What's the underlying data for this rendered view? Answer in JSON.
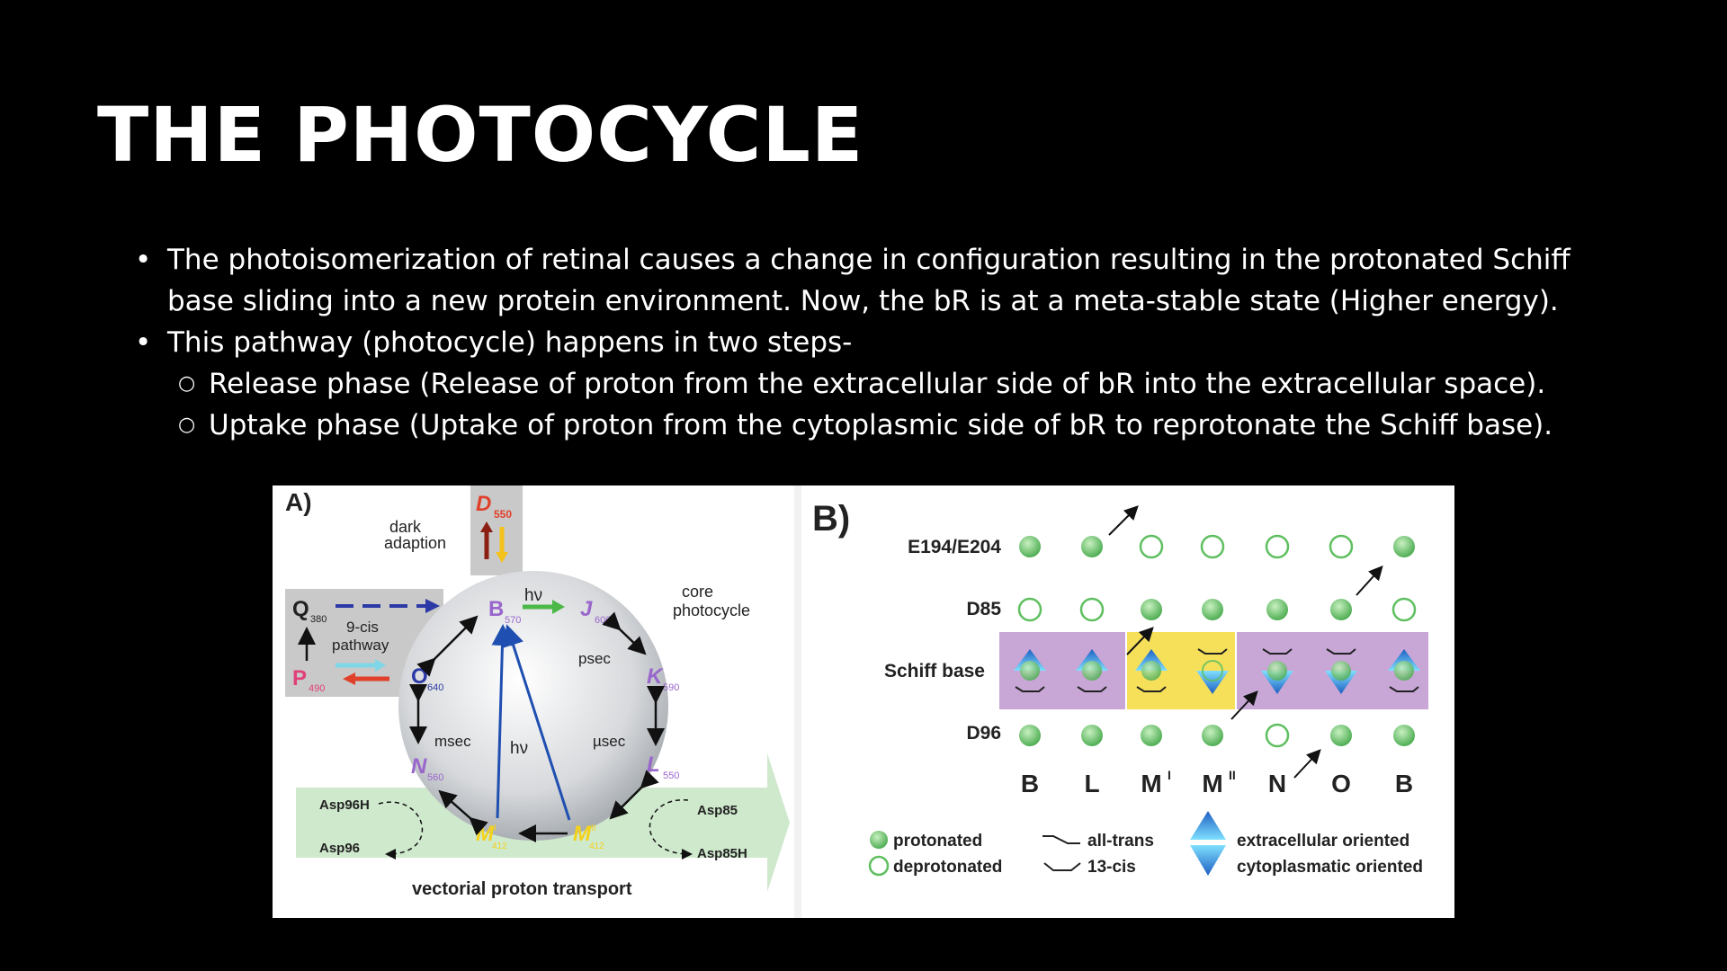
{
  "slide": {
    "title": "THE PHOTOCYCLE",
    "bullets": [
      {
        "text": "The photoisomerization of retinal causes a change in configuration resulting in the protonated Schiff base sliding into a new protein environment. Now, the bR is at a meta-stable state (Higher energy)."
      },
      {
        "text": "This pathway (photocycle) happens in two steps-"
      }
    ],
    "subbullets": [
      {
        "text": " Release phase (Release of proton from the extracellular side of bR into the extracellular space)."
      },
      {
        "text": "Uptake phase (Uptake of proton from the cytoplasmic side of bR to reprotonate the Schiff base)."
      }
    ]
  },
  "figure_a": {
    "panel_label": "A)",
    "dark_adaption": [
      "dark",
      "adaption"
    ],
    "core_photocycle": [
      "core",
      "photocycle"
    ],
    "pathway": [
      "9-cis",
      "pathway"
    ],
    "states": {
      "Q": {
        "letter": "Q",
        "sub": "380"
      },
      "P": {
        "letter": "P",
        "sub": "490"
      },
      "D": {
        "letter": "D",
        "sub": "550"
      },
      "B": {
        "letter": "B",
        "sub": "570"
      },
      "J": {
        "letter": "J",
        "sub": "600"
      },
      "K": {
        "letter": "K",
        "sub": "590"
      },
      "L": {
        "letter": "L",
        "sub": "550"
      },
      "O": {
        "letter": "O",
        "sub": "640"
      },
      "N": {
        "letter": "N",
        "sub": "560"
      },
      "M1": {
        "letter": "M",
        "sub": "412",
        "sup": "I"
      },
      "M2": {
        "letter": "M",
        "sub": "412",
        "sup": "II"
      }
    },
    "hv": "hν",
    "psec": "psec",
    "usec": "µsec",
    "msec": "msec",
    "asp96h": "Asp96H",
    "asp96": "Asp96",
    "asp85": "Asp85",
    "asp85h": "Asp85H",
    "vectorial": "vectorial proton transport"
  },
  "figure_b": {
    "panel_label": "B)",
    "rows": [
      "E194/E204",
      "D85",
      "Schiff base",
      "D96"
    ],
    "columns": [
      "B",
      "L",
      "M",
      "M",
      "N",
      "O",
      "B"
    ],
    "column_sups": [
      "",
      "",
      "I",
      "II",
      "",
      "",
      ""
    ],
    "protonation": {
      "E194/E204": [
        true,
        true,
        false,
        false,
        false,
        false,
        true
      ],
      "D85": [
        false,
        false,
        true,
        true,
        true,
        true,
        false
      ],
      "D96": [
        true,
        true,
        true,
        true,
        false,
        true,
        true
      ]
    },
    "legend": {
      "protonated": "protonated",
      "deprotonated": "deprotonated",
      "all_trans": "all-trans",
      "cis13": "13-cis",
      "extracellular": "extracellular oriented",
      "cytoplasmatic": "cytoplasmatic oriented"
    },
    "colors": {
      "purple": "#c8a6d6",
      "yellow": "#f6e05a",
      "green": "#5fbf60",
      "blue": "#2f7fd6"
    }
  }
}
